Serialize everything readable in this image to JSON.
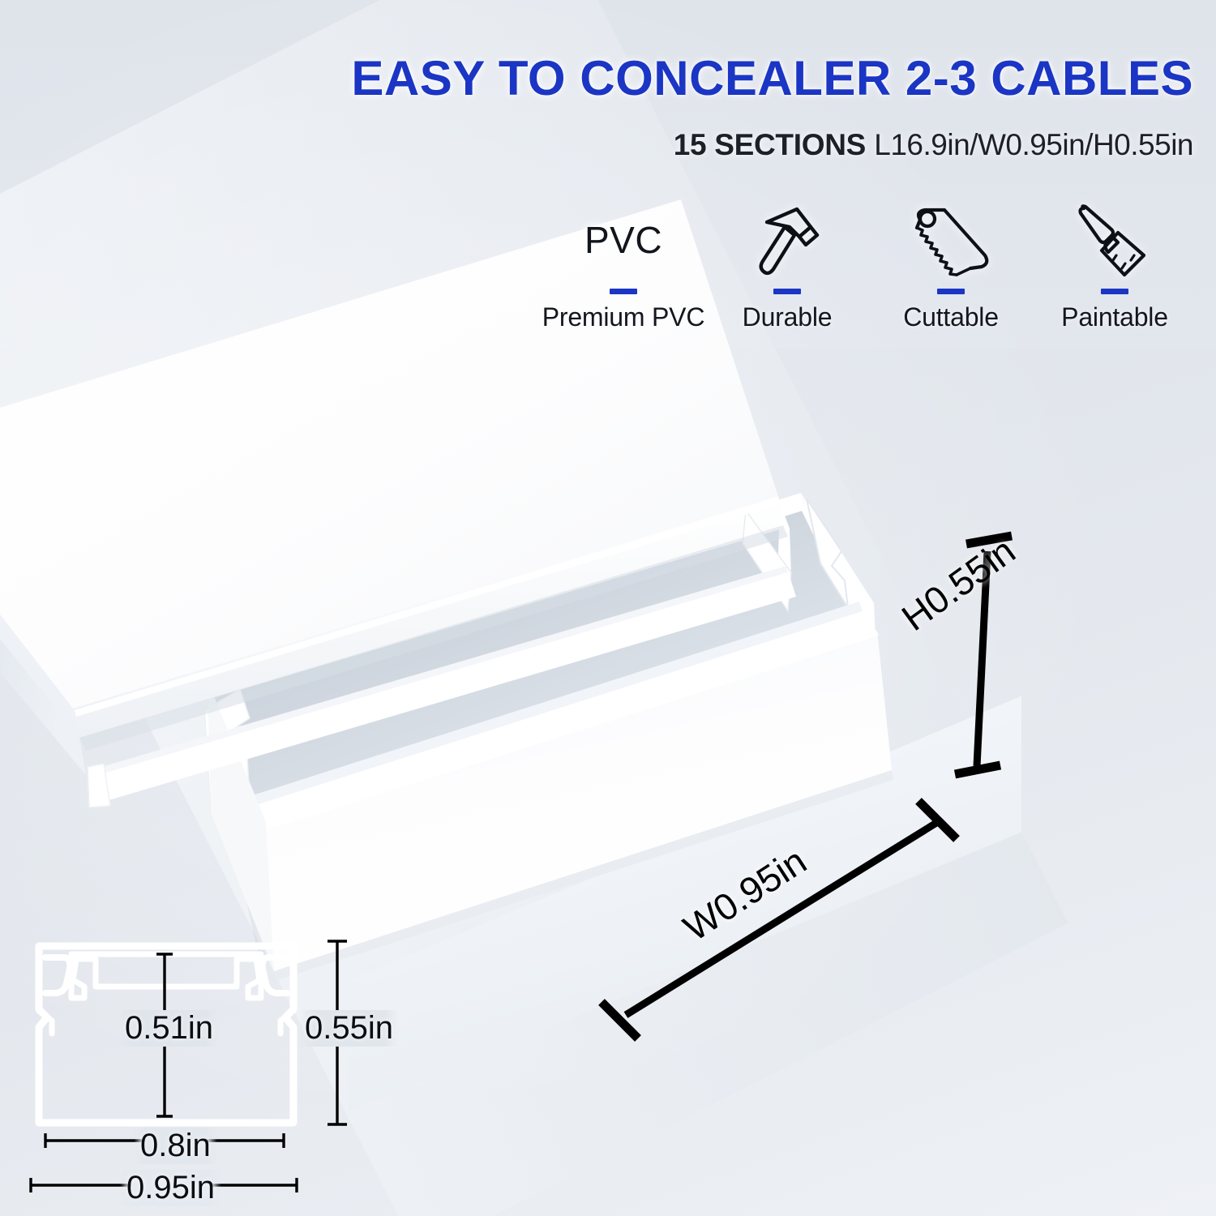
{
  "header": {
    "headline": "EASY TO CONCEALER 2-3 CABLES",
    "sections_label": "15 SECTIONS",
    "dimensions_label": "L16.9in/W0.95in/H0.55in"
  },
  "features": [
    {
      "icon": "pvc-text-icon",
      "icon_text": "PVC",
      "label": "Premium PVC"
    },
    {
      "icon": "hammer-icon",
      "icon_text": "",
      "label": "Durable"
    },
    {
      "icon": "saw-icon",
      "icon_text": "",
      "label": "Cuttable"
    },
    {
      "icon": "paintbrush-icon",
      "icon_text": "",
      "label": "Paintable"
    }
  ],
  "product_callouts": {
    "height": "H0.55in",
    "width": "W0.95in"
  },
  "cross_section": {
    "inner_height": "0.51in",
    "outer_height": "0.55in",
    "inner_width": "0.8in",
    "outer_width": "0.95in"
  },
  "colors": {
    "accent_blue": "#1b35c4",
    "text_dark": "#14171d",
    "background": "#e0e5ec",
    "product_white": "#ffffff"
  }
}
